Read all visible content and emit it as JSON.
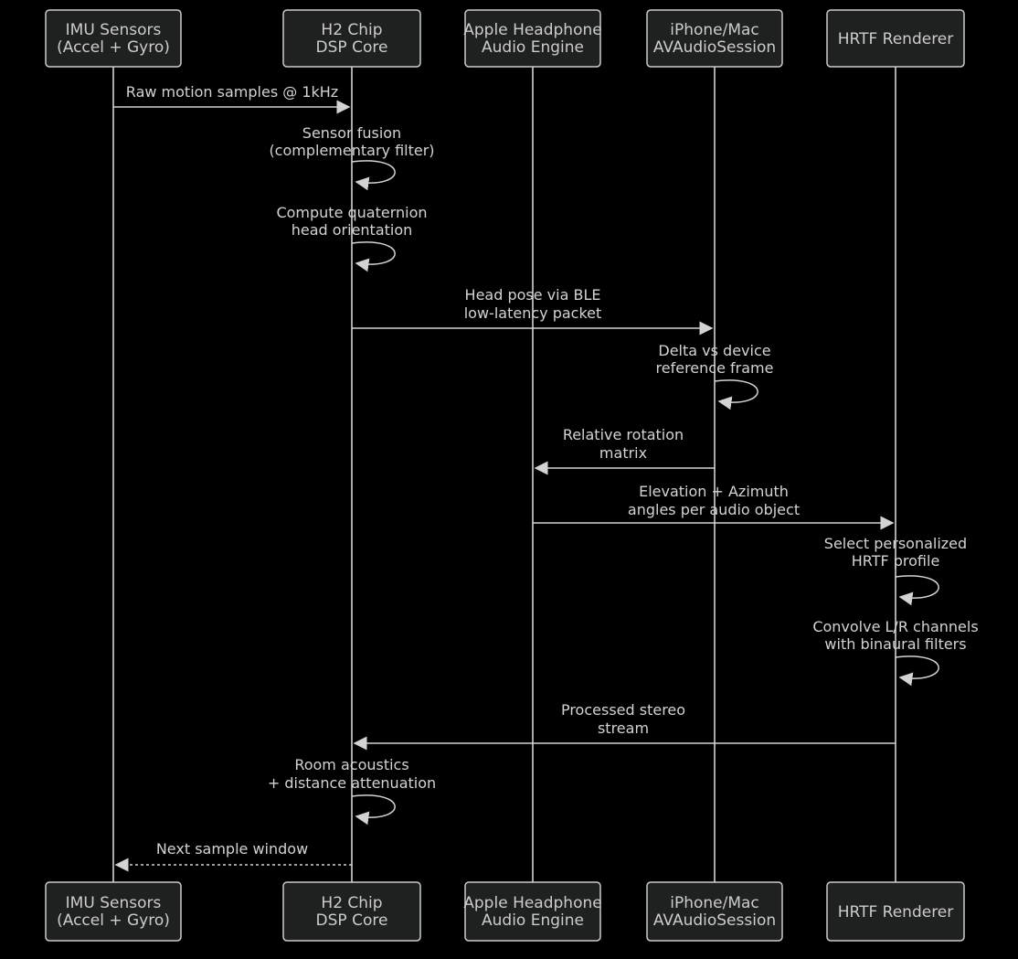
{
  "diagram": {
    "type": "sequence",
    "background": "#000000",
    "colors": {
      "actor_fill": "#1f2020",
      "actor_border": "#cccccc",
      "actor_text": "#cccccc",
      "line": "#d3d3d3",
      "message_text": "#d3d3d3"
    },
    "actors": [
      {
        "id": "imu",
        "lines": [
          "IMU Sensors",
          "(Accel + Gyro)"
        ]
      },
      {
        "id": "h2",
        "lines": [
          "H2 Chip",
          "DSP Core"
        ]
      },
      {
        "id": "engine",
        "lines": [
          "Apple Headphone",
          "Audio Engine"
        ]
      },
      {
        "id": "avsession",
        "lines": [
          "iPhone/Mac",
          "AVAudioSession"
        ]
      },
      {
        "id": "hrtf",
        "lines": [
          "HRTF Renderer"
        ]
      }
    ],
    "messages": [
      {
        "kind": "arrow",
        "style": "solid",
        "from": "imu",
        "to": "h2",
        "lines": [
          "Raw motion samples @ 1kHz"
        ]
      },
      {
        "kind": "self",
        "on": "h2",
        "lines": [
          "Sensor fusion",
          "(complementary filter)"
        ]
      },
      {
        "kind": "self",
        "on": "h2",
        "lines": [
          "Compute quaternion",
          "head orientation"
        ]
      },
      {
        "kind": "arrow",
        "style": "solid",
        "from": "h2",
        "to": "avsession",
        "lines": [
          "Head pose via BLE",
          "low-latency packet"
        ]
      },
      {
        "kind": "self",
        "on": "avsession",
        "lines": [
          "Delta vs device",
          "reference frame"
        ]
      },
      {
        "kind": "arrow",
        "style": "solid",
        "from": "avsession",
        "to": "engine",
        "lines": [
          "Relative rotation",
          "matrix"
        ]
      },
      {
        "kind": "arrow",
        "style": "solid",
        "from": "engine",
        "to": "hrtf",
        "lines": [
          "Elevation + Azimuth",
          "angles per audio object"
        ]
      },
      {
        "kind": "self",
        "on": "hrtf",
        "lines": [
          "Select personalized",
          "HRTF profile"
        ]
      },
      {
        "kind": "self",
        "on": "hrtf",
        "lines": [
          "Convolve L/R channels",
          "with binaural filters"
        ]
      },
      {
        "kind": "arrow",
        "style": "solid",
        "from": "hrtf",
        "to": "h2",
        "lines": [
          "Processed stereo",
          "stream"
        ]
      },
      {
        "kind": "self",
        "on": "h2",
        "lines": [
          "Room acoustics",
          "+ distance attenuation"
        ]
      },
      {
        "kind": "arrow",
        "style": "dotted",
        "from": "h2",
        "to": "imu",
        "lines": [
          "Next sample window"
        ]
      }
    ]
  }
}
